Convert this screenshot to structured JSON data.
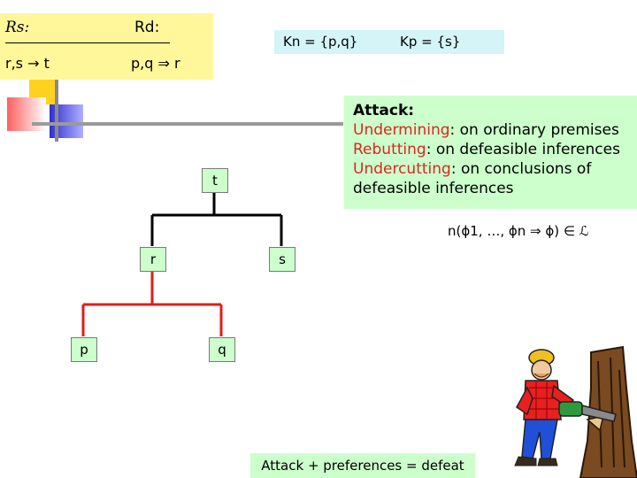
{
  "colors": {
    "yellow_box": "#fff79a",
    "cyan_box": "#d4f4f7",
    "green_box": "#ccffcc",
    "tree_edge_black": "#000000",
    "tree_edge_red": "#e01e14",
    "highlight_red": "#d8281e"
  },
  "rules": {
    "strict_label": "Rs:",
    "defeasible_label": "Rd:",
    "strict_rule": "r,s → t",
    "defeasible_rule": "p,q ⇒ r"
  },
  "knowledge": {
    "necessary": "Kn = {p,q}",
    "premises": "Kp = {s}"
  },
  "attack": {
    "title": "Attack:",
    "items": [
      {
        "term": "Undermining",
        "rest": ": on ordinary premises"
      },
      {
        "term": "Rebutting",
        "rest": ": on defeasible inferences"
      },
      {
        "term": "Undercutting",
        "rest": ": on conclusions of"
      }
    ],
    "continuation": "defeasible inferences"
  },
  "naming_formula": "n(ϕ1, …, ϕn ⇒ ϕ) ∈ ℒ",
  "tree": {
    "root": "t",
    "mid_left": "r",
    "mid_right": "s",
    "leaf_left": "p",
    "leaf_right": "q"
  },
  "footer": "Attack + preferences = defeat",
  "illustration": "lumberjack-cutting-tree"
}
